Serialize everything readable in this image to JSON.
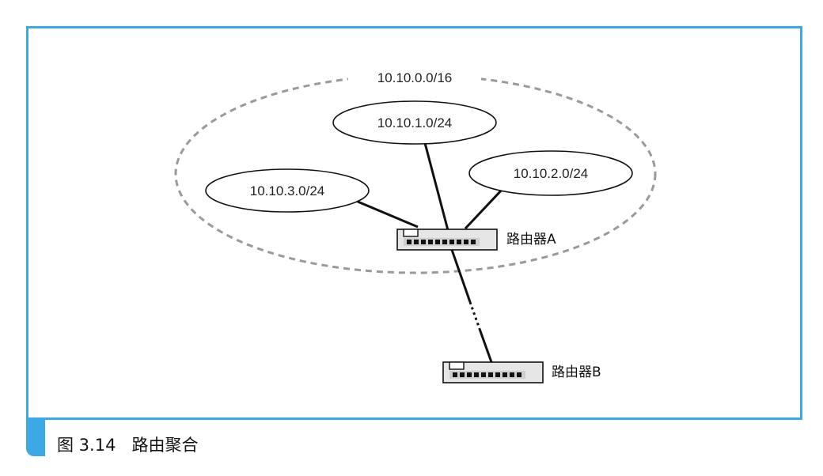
{
  "diagram": {
    "aggregate_network": "10.10.0.0/16",
    "subnets": [
      {
        "id": "net1",
        "label": "10.10.1.0/24"
      },
      {
        "id": "net2",
        "label": "10.10.2.0/24"
      },
      {
        "id": "net3",
        "label": "10.10.3.0/24"
      }
    ],
    "routers": [
      {
        "id": "A",
        "label": "路由器A"
      },
      {
        "id": "B",
        "label": "路由器B"
      }
    ],
    "colors": {
      "frame": "#3da8e6",
      "dashed_boundary": "#9a9a9a",
      "router_fill": "#e6e6e6",
      "line": "#111111"
    }
  },
  "caption": {
    "text": "图 3.14   路由聚合"
  }
}
